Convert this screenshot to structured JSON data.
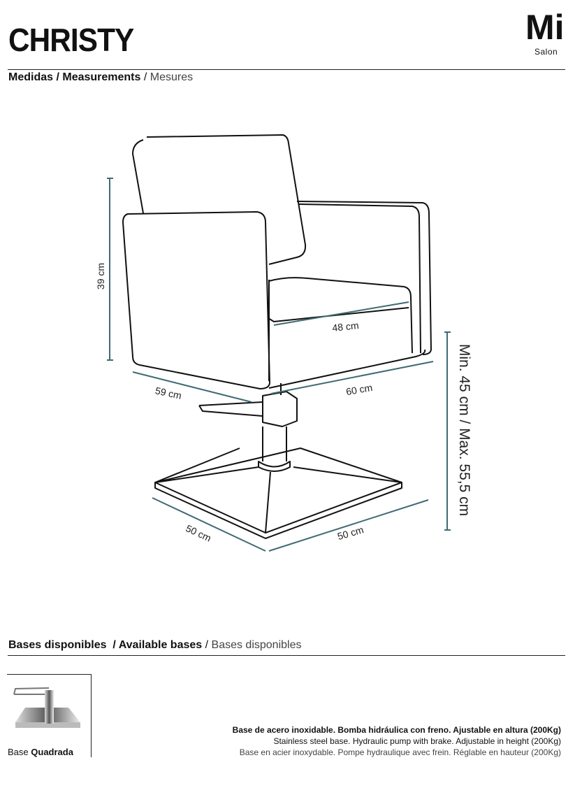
{
  "header": {
    "title": "CHRISTY",
    "logo_mark": "Mi",
    "logo_sub": "Salon"
  },
  "measurements": {
    "label_es": "Medidas",
    "label_en": "Measurements",
    "label_fr": "Mesures",
    "sep": " / ",
    "dims": {
      "back_height": "39 cm",
      "seat_width": "48 cm",
      "depth": "59 cm",
      "width": "60 cm",
      "base_depth": "50 cm",
      "base_width": "50 cm",
      "seat_height": "Min. 45 cm / Max. 55,5 cm"
    }
  },
  "bases": {
    "label_es": "Bases disponibles",
    "label_en": "Available bases",
    "label_fr": "Bases disponibles",
    "item": {
      "caption_prefix": "Base",
      "caption_name": "Quadrada"
    },
    "desc_es": "Base de acero inoxidable. Bomba hidráulica con freno. Ajustable en altura (200Kg)",
    "desc_en": "Stainless steel base. Hydraulic pump with brake. Adjustable in height (200Kg)",
    "desc_fr": "Base en acier inoxydable. Pompe hydraulique avec frein. Réglable en hauteur (200Kg)"
  },
  "colors": {
    "dimension": "#3f6b74",
    "ink": "#111111"
  }
}
